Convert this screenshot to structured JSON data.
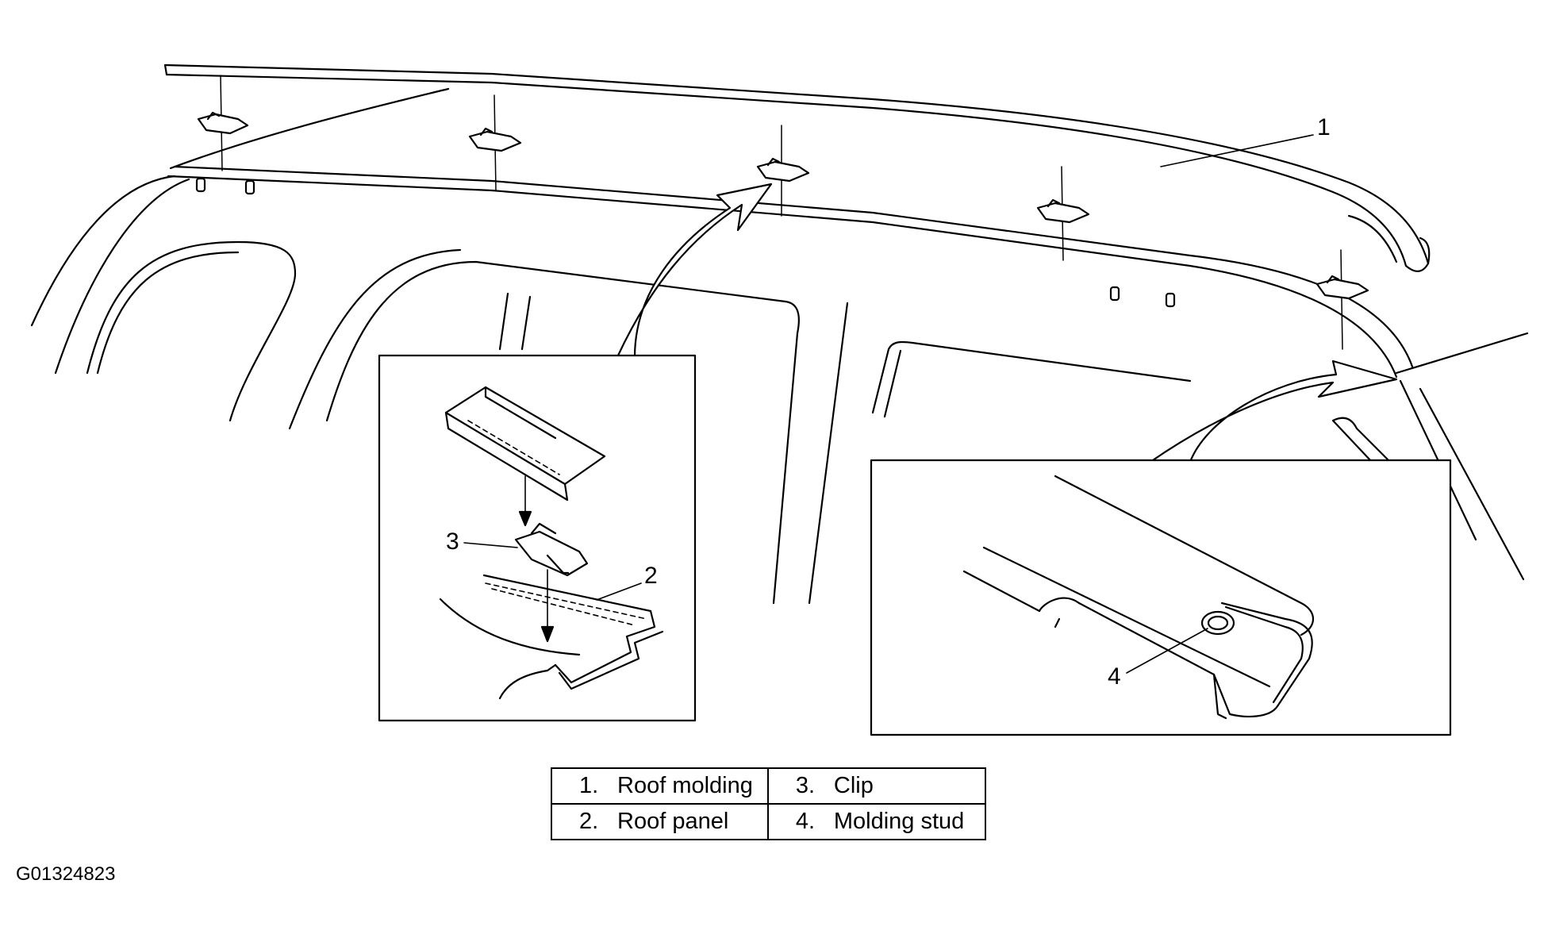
{
  "callouts": {
    "c1": "1",
    "c2": "2",
    "c3": "3",
    "c4": "4"
  },
  "legend": {
    "rows": [
      [
        {
          "num": "1.",
          "label": "Roof molding"
        },
        {
          "num": "3.",
          "label": "Clip"
        }
      ],
      [
        {
          "num": "2.",
          "label": "Roof panel"
        },
        {
          "num": "4.",
          "label": "Molding stud"
        }
      ]
    ]
  },
  "figure_id": "G01324823",
  "colors": {
    "ink": "#000000",
    "paper": "#ffffff"
  }
}
